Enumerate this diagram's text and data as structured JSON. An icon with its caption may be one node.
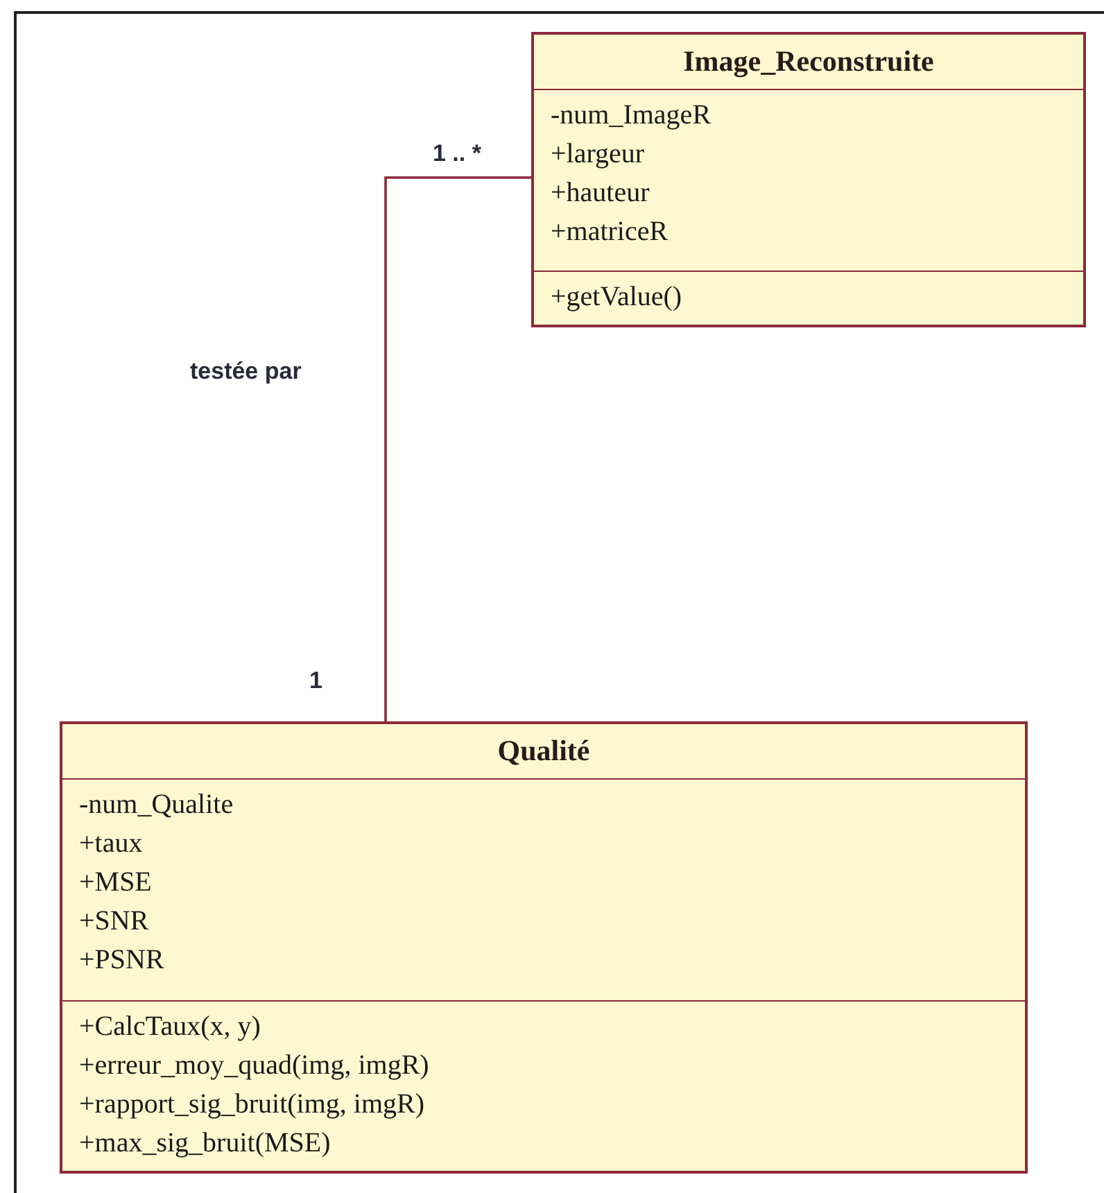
{
  "diagram": {
    "nodes": [
      {
        "text": [
          "Image_Reconstruite"
        ]
      },
      {
        "text": [
          "-num_ImageR",
          "+largeur",
          "+hauteur",
          "+matriceR"
        ],
        "in": 0
      },
      {
        "text": [
          "+getValue()"
        ],
        "in": 0
      },
      {
        "text": [
          "Qualité"
        ]
      },
      {
        "text": [
          "-num_Qualite",
          "+taux",
          "+MSE",
          "+SNR",
          "+PSNR"
        ],
        "in": 3
      },
      {
        "text": [
          "+CalcTaux(x, y)",
          "+erreur_moy_quad(img, imgR)",
          "+rapport_sig_bruit(img, imgR)",
          "+max_sig_bruit(MSE)"
        ],
        "in": 3
      }
    ],
    "edges": [
      {
        "from": 3,
        "to": 0,
        "arrow": "none",
        "label": "testée par"
      }
    ],
    "labels": [
      "1 .. *",
      "1"
    ]
  }
}
